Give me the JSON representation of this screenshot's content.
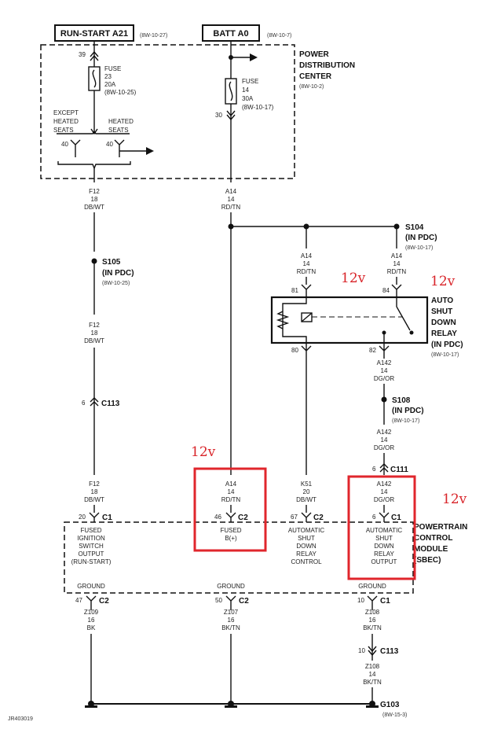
{
  "blocks": {
    "run_start": "RUN-START A21",
    "run_start_ref": "(8W-10-27)",
    "batt": "BATT A0",
    "batt_ref": "(8W-10-7)"
  },
  "pdc": {
    "title": [
      "POWER",
      "DISTRIBUTION",
      "CENTER"
    ],
    "ref": "(8W-10-2)",
    "fuse23": [
      "FUSE",
      "23",
      "20A",
      "(8W-10-25)"
    ],
    "fuse14": [
      "FUSE",
      "14",
      "30A",
      "(8W-10-17)"
    ],
    "pin39": "39",
    "pin30": "30",
    "except_heated": [
      "EXCEPT",
      "HEATED",
      "SEATS"
    ],
    "heated": [
      "HEATED",
      "SEATS"
    ],
    "pin40a": "40",
    "pin40b": "40"
  },
  "wires": {
    "f12_top": [
      "F12",
      "18",
      "DB/WT"
    ],
    "a14_top": [
      "A14",
      "14",
      "RD/TN"
    ],
    "f12_mid": [
      "F12",
      "18",
      "DB/WT"
    ],
    "f12_low": [
      "F12",
      "18",
      "DB/WT"
    ],
    "a14_r1": [
      "A14",
      "14",
      "RD/TN"
    ],
    "a14_r2": [
      "A14",
      "14",
      "RD/TN"
    ],
    "a142_a": [
      "A142",
      "14",
      "DG/OR"
    ],
    "a142_b": [
      "A142",
      "14",
      "DG/OR"
    ],
    "a14_pcm": [
      "A14",
      "14",
      "RD/TN"
    ],
    "k51": [
      "K51",
      "20",
      "DB/WT"
    ],
    "a142_pcm": [
      "A142",
      "14",
      "DG/OR"
    ],
    "z109": [
      "Z109",
      "16",
      "BK"
    ],
    "z107": [
      "Z107",
      "16",
      "BK/TN"
    ],
    "z108a": [
      "Z108",
      "16",
      "BK/TN"
    ],
    "z108b": [
      "Z108",
      "14",
      "BK/TN"
    ]
  },
  "splices": {
    "s105": [
      "S105",
      "(IN PDC)",
      "(8W-10-25)"
    ],
    "s104": [
      "S104",
      "(IN PDC)",
      "(8W-10-17)"
    ],
    "s108": [
      "S108",
      "(IN PDC)",
      "(8W-10-17)"
    ]
  },
  "connectors": {
    "c113a_pin": "6",
    "c113a": "C113",
    "c111_pin": "6",
    "c111": "C111",
    "c1a_pin": "20",
    "c1a": "C1",
    "c2a_pin": "46",
    "c2a": "C2",
    "c2b_pin": "67",
    "c2b": "C2",
    "c1b_pin": "6",
    "c1b": "C1",
    "g_c2a_pin": "47",
    "g_c2a": "C2",
    "g_c2b_pin": "50",
    "g_c2b": "C2",
    "g_c1_pin": "10",
    "g_c1": "C1",
    "c113b_pin": "10",
    "c113b": "C113"
  },
  "relay": {
    "title": [
      "AUTO",
      "SHUT",
      "DOWN",
      "RELAY",
      "(IN PDC)"
    ],
    "ref": "(8W-10-17)",
    "pin81": "81",
    "pin84": "84",
    "pin80": "80",
    "pin82": "82"
  },
  "pcm": {
    "title": [
      "POWERTRAIN",
      "CONTROL",
      "MODULE",
      "(SBEC)"
    ],
    "fused_ign": [
      "FUSED",
      "IGNITION",
      "SWITCH",
      "OUTPUT",
      "(RUN-START)"
    ],
    "fused_b": [
      "FUSED",
      "B(+)"
    ],
    "asd_control": [
      "AUTOMATIC",
      "SHUT",
      "DOWN",
      "RELAY",
      "CONTROL"
    ],
    "asd_output": [
      "AUTOMATIC",
      "SHUT",
      "DOWN",
      "RELAY",
      "OUTPUT"
    ],
    "ground1": "GROUND",
    "ground2": "GROUND",
    "ground3": "GROUND"
  },
  "ground": {
    "name": "G103",
    "ref": "(8W-15-3)"
  },
  "doc_id": "JR403019",
  "annotations": {
    "v1": "12v",
    "v2": "12v",
    "v3": "12v",
    "v4": "12v"
  },
  "colors": {
    "highlight": "#e0262c",
    "annotation": "#d9262b",
    "line": "#111111"
  }
}
